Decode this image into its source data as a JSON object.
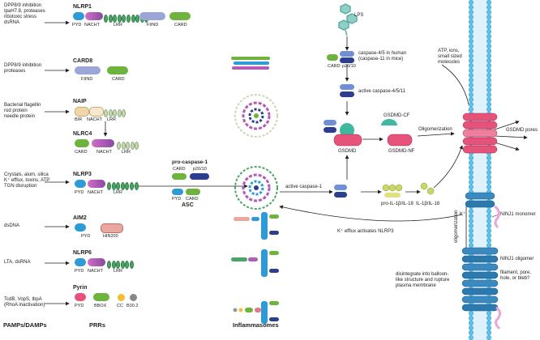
{
  "stimuli": {
    "nlrp1": "DPP8/9 inhibition\nIpaH7.8, proteases\nribotoxic stress\ndsRNA",
    "card8": "DPP8/9 inhibition\nproteases",
    "naip": "Bacterial flagellin\nrod protein\nneedle protein",
    "nlrp3": "Crystals, alum, silica\nK⁺ efflux, toxins, ATP\nTGN disruption",
    "aim2": "dsDNA",
    "nlrp6": "LTA, dsRNA",
    "pyrin": "TcdB, VopS, IbpA\n(RhoA inactivation)"
  },
  "receptors": {
    "nlrp1": {
      "name": "NLRP1",
      "domains": [
        "PYD",
        "NACHT",
        "LRR",
        "FIIND",
        "CARD"
      ]
    },
    "card8": {
      "name": "CARD8",
      "domains": [
        "FIIND",
        "CARD"
      ]
    },
    "naip": {
      "name": "NAIP",
      "domains": [
        "BIR",
        "NACHT",
        "LRR"
      ]
    },
    "nlrc4": {
      "name": "NLRC4",
      "domains": [
        "CARD",
        "NACHT",
        "LRR"
      ]
    },
    "nlrp3": {
      "name": "NLRP3",
      "domains": [
        "PYD",
        "NACHT",
        "LRR"
      ]
    },
    "aim2": {
      "name": "AIM2",
      "domains": [
        "PYD",
        "HIN200"
      ]
    },
    "nlrp6": {
      "name": "NLRP6",
      "domains": [
        "PYD",
        "NACHT",
        "LRR"
      ]
    },
    "pyrin": {
      "name": "Pyrin",
      "domains": [
        "PYD",
        "BBOX",
        "CC",
        "B30.2"
      ]
    }
  },
  "pro_caspase": {
    "title": "pro-caspase-1",
    "card": "CARD",
    "p2010": "p20/10",
    "pyd": "PYD",
    "card2": "CARD",
    "asc": "ASC"
  },
  "columns": {
    "pamps": "PAMPs/DAMPs",
    "prrs": "PRRs",
    "inflammasomes": "Inflammasomes"
  },
  "pathway": {
    "lps": "LPS",
    "casp45_card": "CARD",
    "casp45_p2010": "p20/10",
    "casp45_text": "caspase-4/5 in human\n(caspase-11 in mice)",
    "active_casp4511": "active caspase-4/5/11",
    "atp_text": "ATP, ions,\nsmall sized\nmolecules",
    "gsdmd_cf": "GSDMD-CF",
    "oligomerization": "Oligomerization",
    "gsdmd": "GSDMD",
    "gsdmd_nf": "GSDMD-NF",
    "gsdmd_pores": "GSDMD pores",
    "active_casp1": "active caspase-1",
    "pro_il": "pro-IL-1β/IL-18",
    "il": "IL-1β/IL-18",
    "k_plus": "K⁺",
    "k_efflux": "K⁺ efflux activates NLRP3",
    "ninj1_monomer": "NINJ1 monomer",
    "oligomerization_v": "oligomerization",
    "ninj1_oligomer": "NINJ1 oligomer",
    "disintegrate": "disintegrate into balloon-\nlike structure and rupture\nplasma membrane",
    "filament": "filament, pore,\nhole, or bleb?"
  },
  "colors": {
    "pyd": "#2e9bd6",
    "nacht": "#b05cb8",
    "lrr": "#4aa566",
    "card": "#6fb33f",
    "fiind": "#9aa6d8",
    "bir": "#f0d7a8",
    "hin200": "#e9a7a0",
    "bbox": "#e07a8c",
    "membrane": "#5cc2e8",
    "pore": "#e5537a",
    "caspase": "#2c3e90"
  }
}
